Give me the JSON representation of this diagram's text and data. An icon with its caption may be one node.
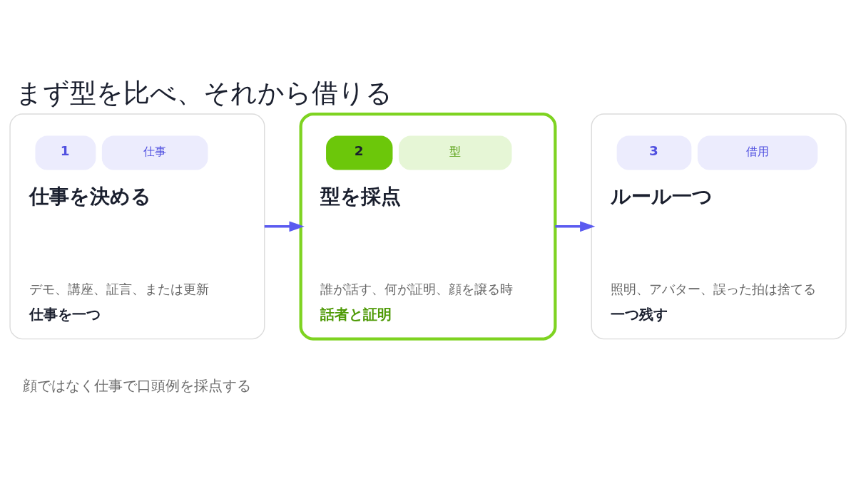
{
  "diagram": {
    "title": "まず型を比べ、それから借りる",
    "nodes": [
      {
        "text": [
          "1",
          "仕事",
          "仕事を決める",
          "デモ、講座、証言、または更新",
          "仕事を一つ"
        ]
      },
      {
        "text": [
          "2",
          "型",
          "型を採点",
          "誰が話す、何が証明、顔を譲る時",
          "話者と証明"
        ]
      },
      {
        "text": [
          "3",
          "借用",
          "ルール一つ",
          "照明、アバター、誤った拍は捨てる",
          "一つ残す"
        ]
      }
    ],
    "edges": [
      {
        "from": 0,
        "to": 1,
        "arrow": "to"
      },
      {
        "from": 1,
        "to": 2,
        "arrow": "to"
      }
    ],
    "labels": [
      "顔ではなく仕事で口頭例を採点する"
    ]
  }
}
